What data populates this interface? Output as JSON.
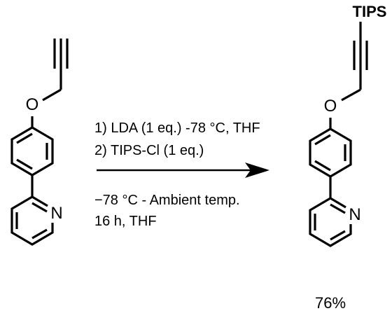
{
  "reactant": {
    "atom_o": "O",
    "atom_n": "N"
  },
  "conditions": {
    "above": [
      "1) LDA (1 eq.) -78 °C, THF",
      "2) TIPS-Cl (1 eq.)"
    ],
    "below": [
      "−78 °C - Ambient temp.",
      "16 h, THF"
    ]
  },
  "product": {
    "silyl_group": "TIPS",
    "atom_o": "O",
    "atom_n": "N",
    "yield": "76%"
  },
  "colors": {
    "ink": "#000000",
    "background": "#ffffff"
  }
}
